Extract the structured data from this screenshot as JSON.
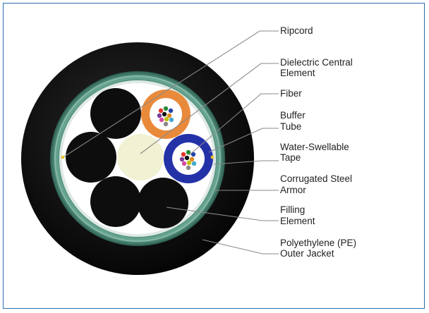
{
  "labels": {
    "ripcord": "Ripcord",
    "dielectric_1": "Dielectric Central",
    "dielectric_2": "Element",
    "fiber": "Fiber",
    "buffer_1": "Buffer",
    "buffer_2": "Tube",
    "tape_1": "Water-Swellable",
    "tape_2": "Tape",
    "armor_1": "Corrugated Steel",
    "armor_2": "Armor",
    "filling_1": "Filling",
    "filling_2": "Element",
    "jacket_1": "Polyethylene (PE)",
    "jacket_2": "Outer Jacket"
  },
  "colors": {
    "frame": "#2a6fb0",
    "outer_jacket": "#111111",
    "armor": "#3f7d6c",
    "armor_light": "#8fbfae",
    "core_fill": "#ffffff",
    "filling_element": "#111111",
    "central_element": "#f2f2d2",
    "buffer_tube_orange": "#e98a3a",
    "buffer_tube_blue": "#2432a8",
    "ripcord": "#e6c62a",
    "leader_line": "#8a8a8a"
  }
}
